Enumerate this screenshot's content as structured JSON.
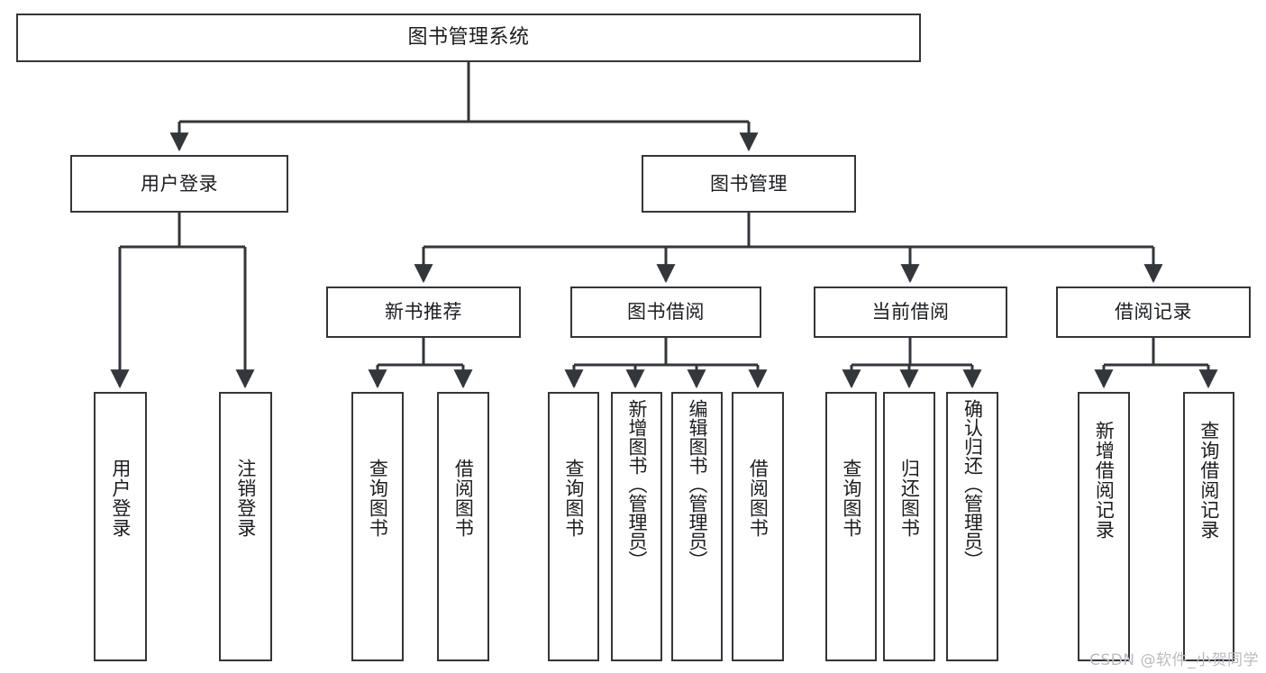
{
  "diagram": {
    "title": "图书管理系统",
    "type": "tree",
    "root": {
      "id": "root",
      "label": "图书管理系统",
      "orientation": "horizontal"
    },
    "level2": [
      {
        "id": "user-login",
        "label": "用户登录",
        "orientation": "horizontal"
      },
      {
        "id": "book-manage",
        "label": "图书管理",
        "orientation": "horizontal"
      }
    ],
    "level3": [
      {
        "id": "new-book-recommend",
        "label": "新书推荐",
        "orientation": "horizontal",
        "parent": "book-manage"
      },
      {
        "id": "book-borrow",
        "label": "图书借阅",
        "orientation": "horizontal",
        "parent": "book-manage"
      },
      {
        "id": "current-borrow",
        "label": "当前借阅",
        "orientation": "horizontal",
        "parent": "book-manage"
      },
      {
        "id": "borrow-record",
        "label": "借阅记录",
        "orientation": "horizontal",
        "parent": "book-manage"
      }
    ],
    "leaves": [
      {
        "id": "leaf-user-login",
        "label": "用户登录",
        "orientation": "vertical",
        "parent": "user-login"
      },
      {
        "id": "leaf-user-logout",
        "label": "注销登录",
        "orientation": "vertical",
        "parent": "user-login"
      },
      {
        "id": "leaf-query-book-1",
        "label": "查询图书",
        "orientation": "vertical",
        "parent": "new-book-recommend"
      },
      {
        "id": "leaf-borrow-book-1",
        "label": "借阅图书",
        "orientation": "vertical",
        "parent": "new-book-recommend"
      },
      {
        "id": "leaf-query-book-2",
        "label": "查询图书",
        "orientation": "vertical",
        "parent": "book-borrow"
      },
      {
        "id": "leaf-add-book",
        "label": "新增图书（管理员）",
        "orientation": "vertical",
        "parent": "book-borrow"
      },
      {
        "id": "leaf-edit-book",
        "label": "编辑图书（管理员）",
        "orientation": "vertical",
        "parent": "book-borrow"
      },
      {
        "id": "leaf-borrow-book-2",
        "label": "借阅图书",
        "orientation": "vertical",
        "parent": "book-borrow"
      },
      {
        "id": "leaf-query-book-3",
        "label": "查询图书",
        "orientation": "vertical",
        "parent": "current-borrow"
      },
      {
        "id": "leaf-return-book",
        "label": "归还图书",
        "orientation": "vertical",
        "parent": "current-borrow"
      },
      {
        "id": "leaf-confirm-return",
        "label": "确认归还（管理员）",
        "orientation": "vertical",
        "parent": "current-borrow"
      },
      {
        "id": "leaf-add-record",
        "label": "新增借阅记录",
        "orientation": "vertical",
        "parent": "borrow-record"
      },
      {
        "id": "leaf-query-record",
        "label": "查询借阅记录",
        "orientation": "vertical",
        "parent": "borrow-record"
      }
    ]
  },
  "watermark": {
    "text": "CSDN @软件_小贺同学"
  },
  "colors": {
    "border": "#33363b",
    "text": "#1b1d20",
    "background": "#ffffff",
    "watermark": "#b9bcc0"
  }
}
